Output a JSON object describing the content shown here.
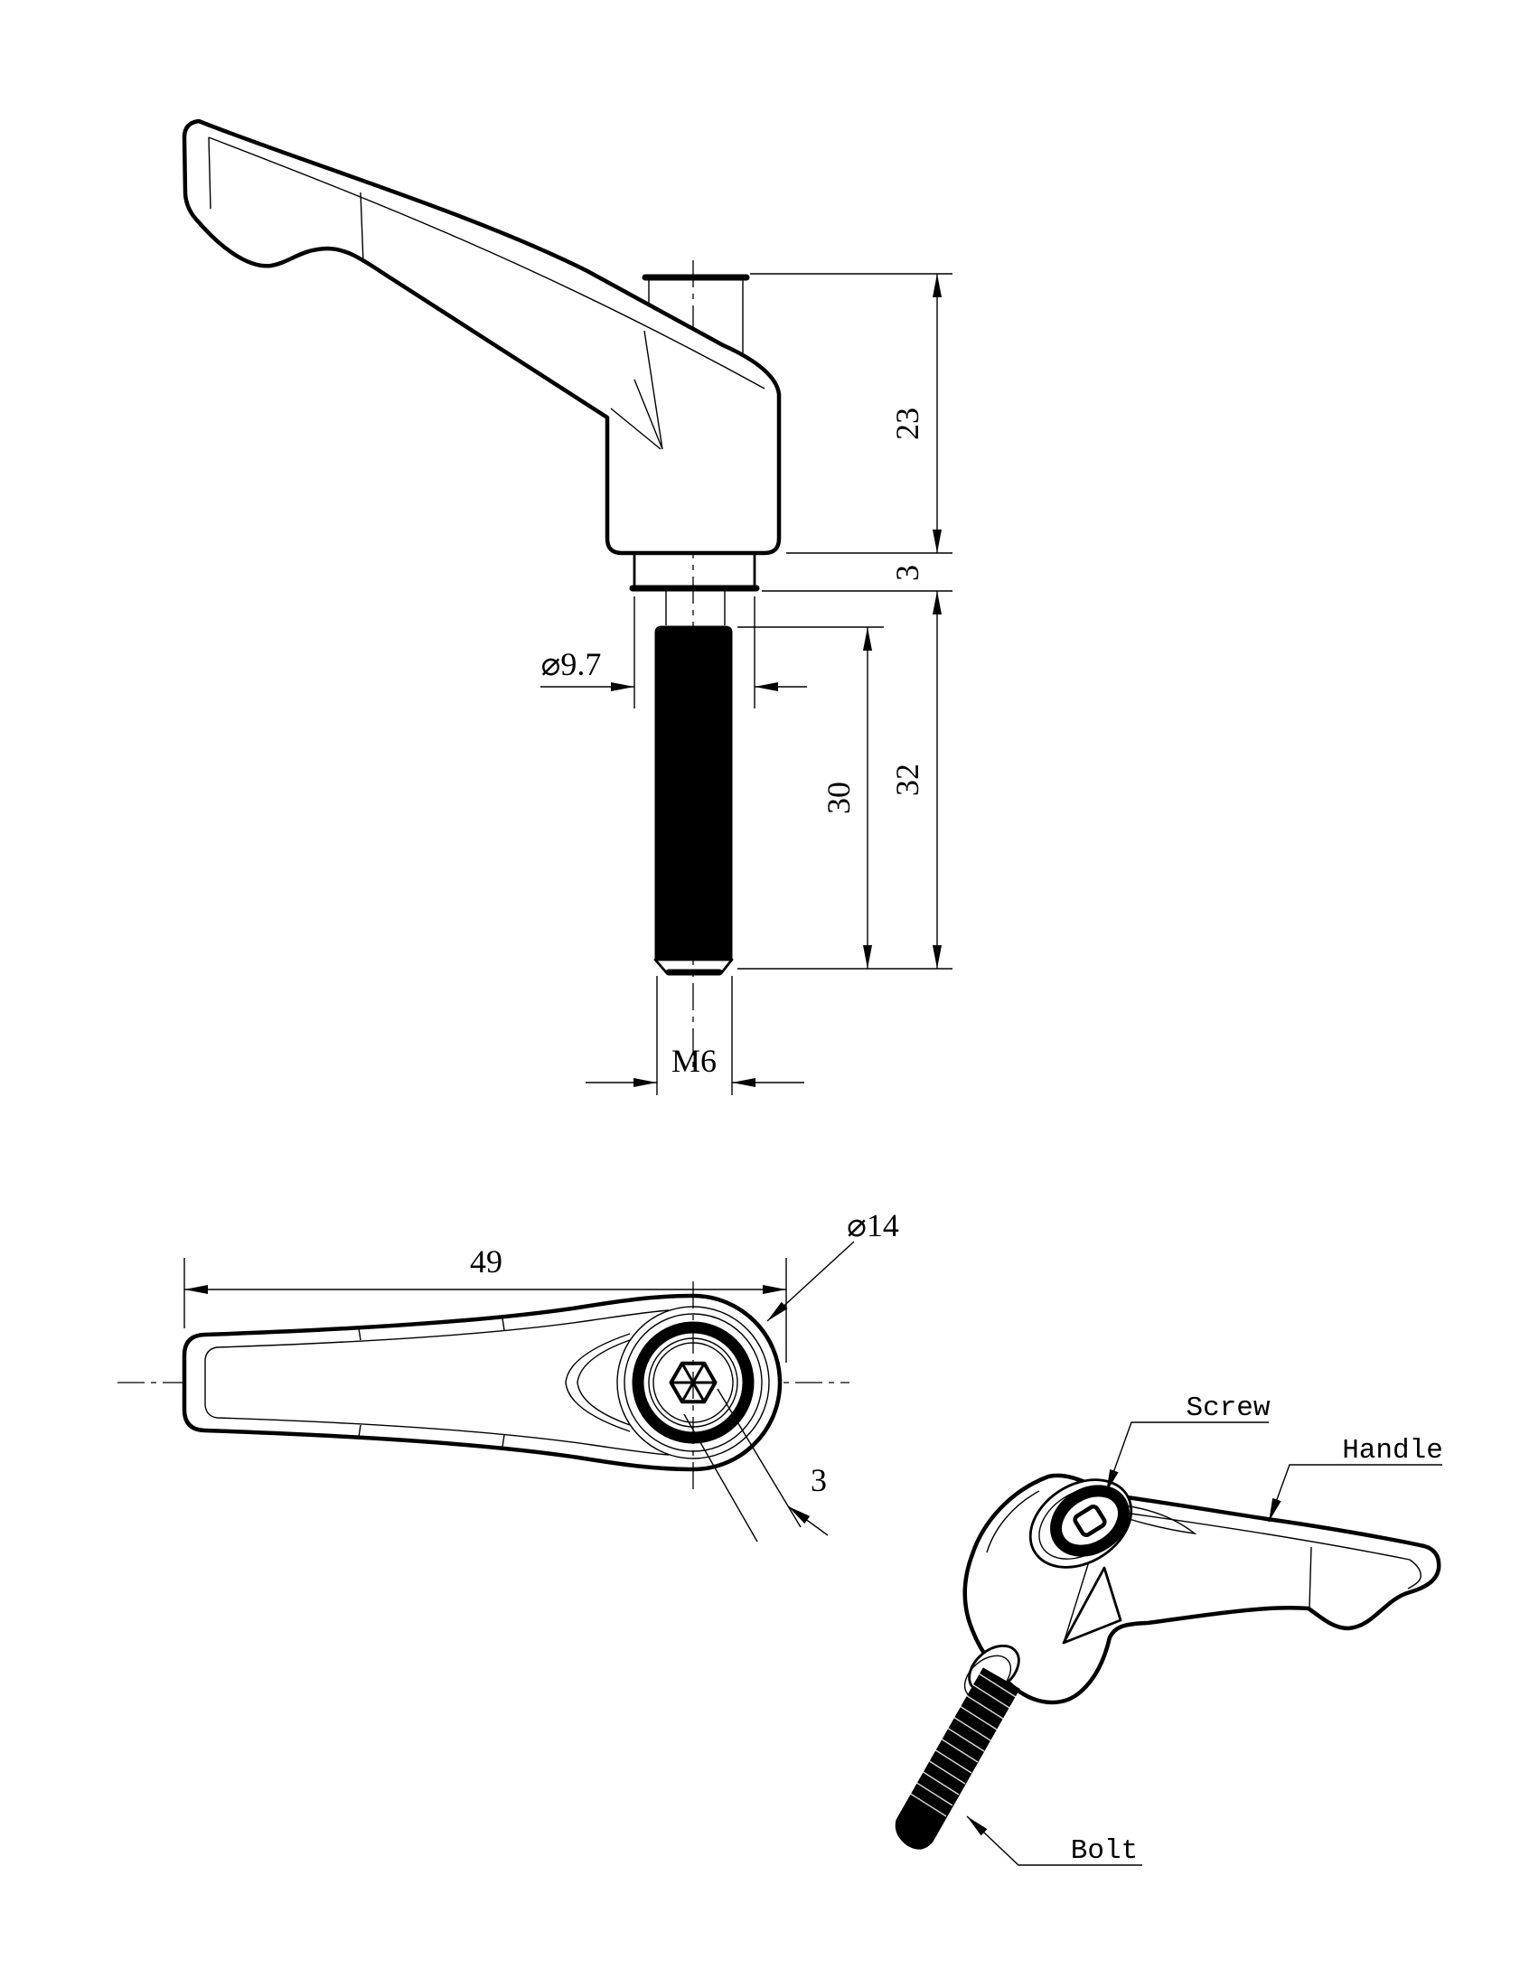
{
  "drawing": {
    "background": "#ffffff",
    "line_color": "#000000",
    "front_view": {
      "dims": {
        "boss_height": "23",
        "collar_thickness": "3",
        "stud_length": "32",
        "thread_length": "30",
        "collar_diameter": "⌀9.7",
        "thread_spec": "M6"
      }
    },
    "plan_view": {
      "dims": {
        "overall_length": "49",
        "boss_diameter": "⌀14",
        "hex_socket_depth": "3"
      }
    },
    "iso_view": {
      "labels": {
        "screw": "Screw",
        "handle": "Handle",
        "bolt": "Bolt"
      }
    }
  }
}
